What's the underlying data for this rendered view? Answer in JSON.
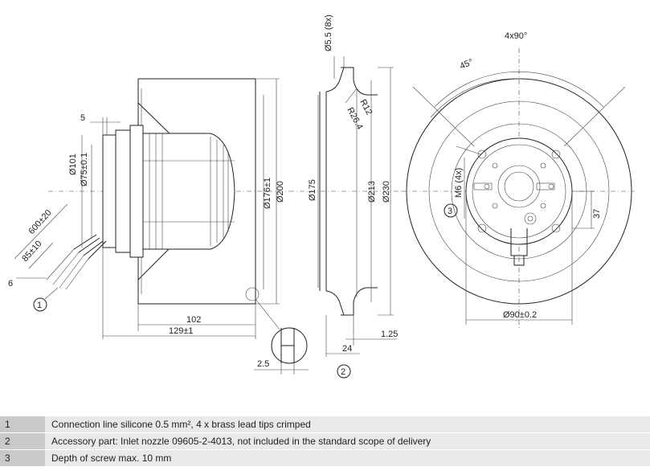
{
  "side_view": {
    "label_5": "5",
    "label_d101": "Ø101",
    "label_d75": "Ø75±0.1",
    "label_d176": "Ø176±1",
    "label_d200": "Ø200",
    "label_600": "600±20",
    "label_85": "85±10",
    "label_6": "6",
    "label_102": "102",
    "label_129": "129±1",
    "label_2_5": "2.5",
    "callout_1": "1"
  },
  "nozzle_view": {
    "label_d5_5": "Ø5.5 (8x)",
    "label_r12": "R12",
    "label_r26_4": "R26.4",
    "label_d175": "Ø175",
    "label_d213": "Ø213",
    "label_d230": "Ø230",
    "label_24": "24",
    "label_1_25": "1.25",
    "callout_2": "2"
  },
  "front_view": {
    "label_4x90": "4x90°",
    "label_45": "45°",
    "label_m6": "M6 (4x)",
    "label_37": "37",
    "label_d90": "Ø90±0.2",
    "callout_3": "3"
  },
  "notes": [
    {
      "num": "1",
      "text": "Connection line silicone 0.5 mm², 4 x brass lead tips crimped"
    },
    {
      "num": "2",
      "text": "Accessory part: Inlet nozzle 09605-2-4013, not included in the standard scope of delivery"
    },
    {
      "num": "3",
      "text": "Depth of screw max. 10 mm"
    }
  ]
}
